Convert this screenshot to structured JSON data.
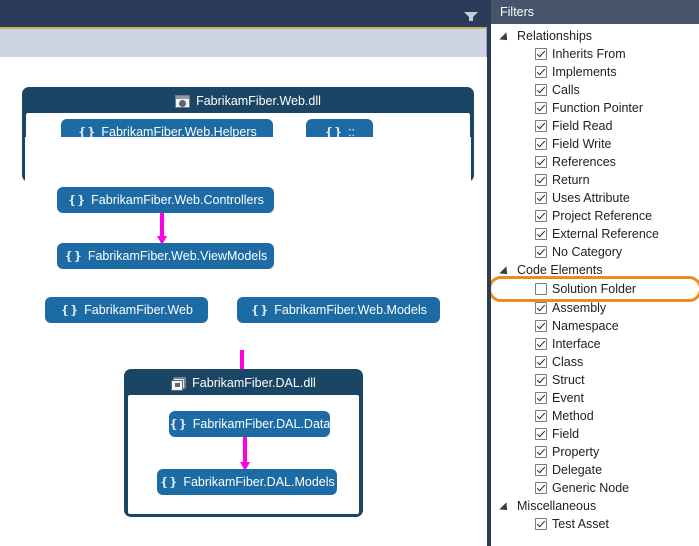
{
  "topbar": {
    "filter_dropdown_icon": "filter-funnel-icon",
    "accent_gold": "#c6b35c",
    "background": "#2b3c5b"
  },
  "diagram": {
    "node_color": "#1c6ba4",
    "container_color": "#1b4565",
    "edge_color": "#ff00e0",
    "groups": [
      {
        "title": "FabrikamFiber.Web.dll",
        "icon": "assembly-window-icon",
        "nodes": [
          {
            "label": "FabrikamFiber.Web.Helpers",
            "icon": "namespace-icon"
          },
          {
            "label": "::",
            "icon": "namespace-icon"
          },
          {
            "label": "FabrikamFiber.Web.Controllers",
            "icon": "namespace-icon"
          },
          {
            "label": "FabrikamFiber.Web.ViewModels",
            "icon": "namespace-icon"
          },
          {
            "label": "FabrikamFiber.Web",
            "icon": "namespace-icon"
          },
          {
            "label": "FabrikamFiber.Web.Models",
            "icon": "namespace-icon"
          }
        ]
      },
      {
        "title": "FabrikamFiber.DAL.dll",
        "icon": "assembly-stack-icon",
        "nodes": [
          {
            "label": "FabrikamFiber.DAL.Data",
            "icon": "namespace-icon"
          },
          {
            "label": "FabrikamFiber.DAL.Models",
            "icon": "namespace-icon"
          }
        ]
      }
    ]
  },
  "panel": {
    "title": "Filters",
    "highlight_color": "#f08a1c",
    "groups": [
      {
        "label": "Relationships",
        "expanded": true,
        "items": [
          {
            "label": "Inherits From",
            "checked": true
          },
          {
            "label": "Implements",
            "checked": true
          },
          {
            "label": "Calls",
            "checked": true
          },
          {
            "label": "Function Pointer",
            "checked": true
          },
          {
            "label": "Field Read",
            "checked": true
          },
          {
            "label": "Field Write",
            "checked": true
          },
          {
            "label": "References",
            "checked": true
          },
          {
            "label": "Return",
            "checked": true
          },
          {
            "label": "Uses Attribute",
            "checked": true
          },
          {
            "label": "Project Reference",
            "checked": true
          },
          {
            "label": "External Reference",
            "checked": true
          },
          {
            "label": "No Category",
            "checked": true
          }
        ]
      },
      {
        "label": "Code Elements",
        "expanded": true,
        "items": [
          {
            "label": "Solution Folder",
            "checked": false,
            "highlight": true
          },
          {
            "label": "Assembly",
            "checked": true
          },
          {
            "label": "Namespace",
            "checked": true
          },
          {
            "label": "Interface",
            "checked": true
          },
          {
            "label": "Class",
            "checked": true
          },
          {
            "label": "Struct",
            "checked": true
          },
          {
            "label": "Event",
            "checked": true
          },
          {
            "label": "Method",
            "checked": true
          },
          {
            "label": "Field",
            "checked": true
          },
          {
            "label": "Property",
            "checked": true
          },
          {
            "label": "Delegate",
            "checked": true
          },
          {
            "label": "Generic Node",
            "checked": true
          }
        ]
      },
      {
        "label": "Miscellaneous",
        "expanded": true,
        "items": [
          {
            "label": "Test Asset",
            "checked": true
          }
        ]
      }
    ]
  }
}
